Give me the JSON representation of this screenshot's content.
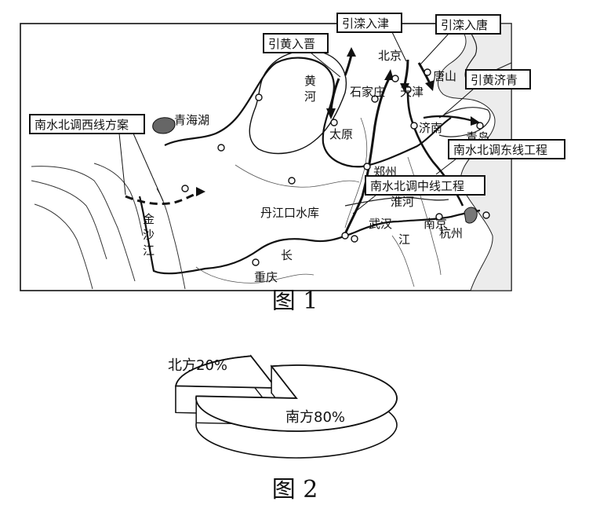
{
  "figure1": {
    "caption": "图 1",
    "route_labels": {
      "yin_huang_ru_jin": "引黄入晋",
      "yin_luan_ru_jin": "引滦入津",
      "yin_luan_ru_tang": "引滦入唐",
      "yin_huang_ji_qing": "引黄济青",
      "nsbd_west": "南水北调西线方案",
      "nsbd_east": "南水北调东线工程",
      "nsbd_middle": "南水北调中线工程"
    },
    "place_labels": {
      "beijing": "北京",
      "tangshan": "唐山",
      "tianjin": "天津",
      "shijiazhuang": "石家庄",
      "taiyuan": "太原",
      "jinan": "济南",
      "qingdao": "青岛",
      "zhengzhou": "郑州",
      "danjiangkou": "丹江口水库",
      "wuhan": "武汉",
      "nanjing": "南京",
      "hangzhou": "杭州",
      "chongqing": "重庆",
      "qinghai_lake": "青海湖"
    },
    "river_labels": {
      "huanghe_1": "黄",
      "huanghe_2": "河",
      "jinsha_1": "金",
      "jinsha_2": "沙",
      "jinsha_3": "江",
      "huaihe": "淮河",
      "changjiang_1": "长",
      "changjiang_2": "江"
    }
  },
  "chart_data": {
    "type": "pie",
    "caption": "图 2",
    "labels": [
      "北方",
      "南方"
    ],
    "values": [
      20,
      80
    ],
    "slice_labels": [
      "北方20%",
      "南方80%"
    ],
    "exploded": "北方",
    "style": "3d"
  }
}
